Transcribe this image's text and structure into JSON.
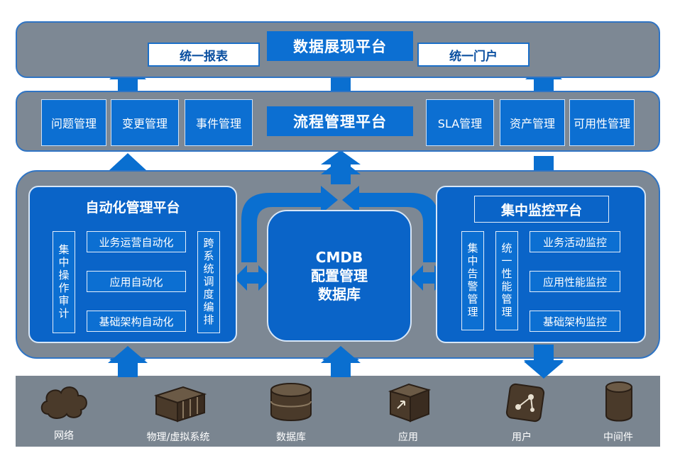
{
  "colors": {
    "layer_gray": "#7d8894",
    "accent_blue": "#0c6fd2",
    "panel_blue": "#0a64c8",
    "arrow_blue": "#0a6fd0",
    "bottom_gray": "#7a8590"
  },
  "top_layer": {
    "title": "数据展现平台",
    "left_box": "统一报表",
    "right_box": "统一门户"
  },
  "process_layer": {
    "title": "流程管理平台",
    "left_items": [
      "问题管理",
      "变更管理",
      "事件管理"
    ],
    "right_items": [
      "SLA管理",
      "资产管理",
      "可用性管理"
    ]
  },
  "automation": {
    "title": "自动化管理平台",
    "left_vertical": "集中操作审计",
    "items": [
      "业务运营自动化",
      "应用自动化",
      "基础架构自动化"
    ],
    "right_vertical": "跨系统调度编排"
  },
  "cmdb": {
    "line1": "CMDB",
    "line2": "配置管理",
    "line3": "数据库"
  },
  "monitoring": {
    "title": "集中监控平台",
    "vertical1": "集中告警管理",
    "vertical2": "统一性能管理",
    "items": [
      "业务活动监控",
      "应用性能监控",
      "基础架构监控"
    ]
  },
  "resources": [
    {
      "icon": "cloud-icon",
      "label": "网络"
    },
    {
      "icon": "server-rack-icon",
      "label": "物理/虚拟系统"
    },
    {
      "icon": "database-icon",
      "label": "数据库"
    },
    {
      "icon": "application-box-icon",
      "label": "应用"
    },
    {
      "icon": "user-network-icon",
      "label": "用户"
    },
    {
      "icon": "cylinder-icon",
      "label": "中间件"
    }
  ]
}
